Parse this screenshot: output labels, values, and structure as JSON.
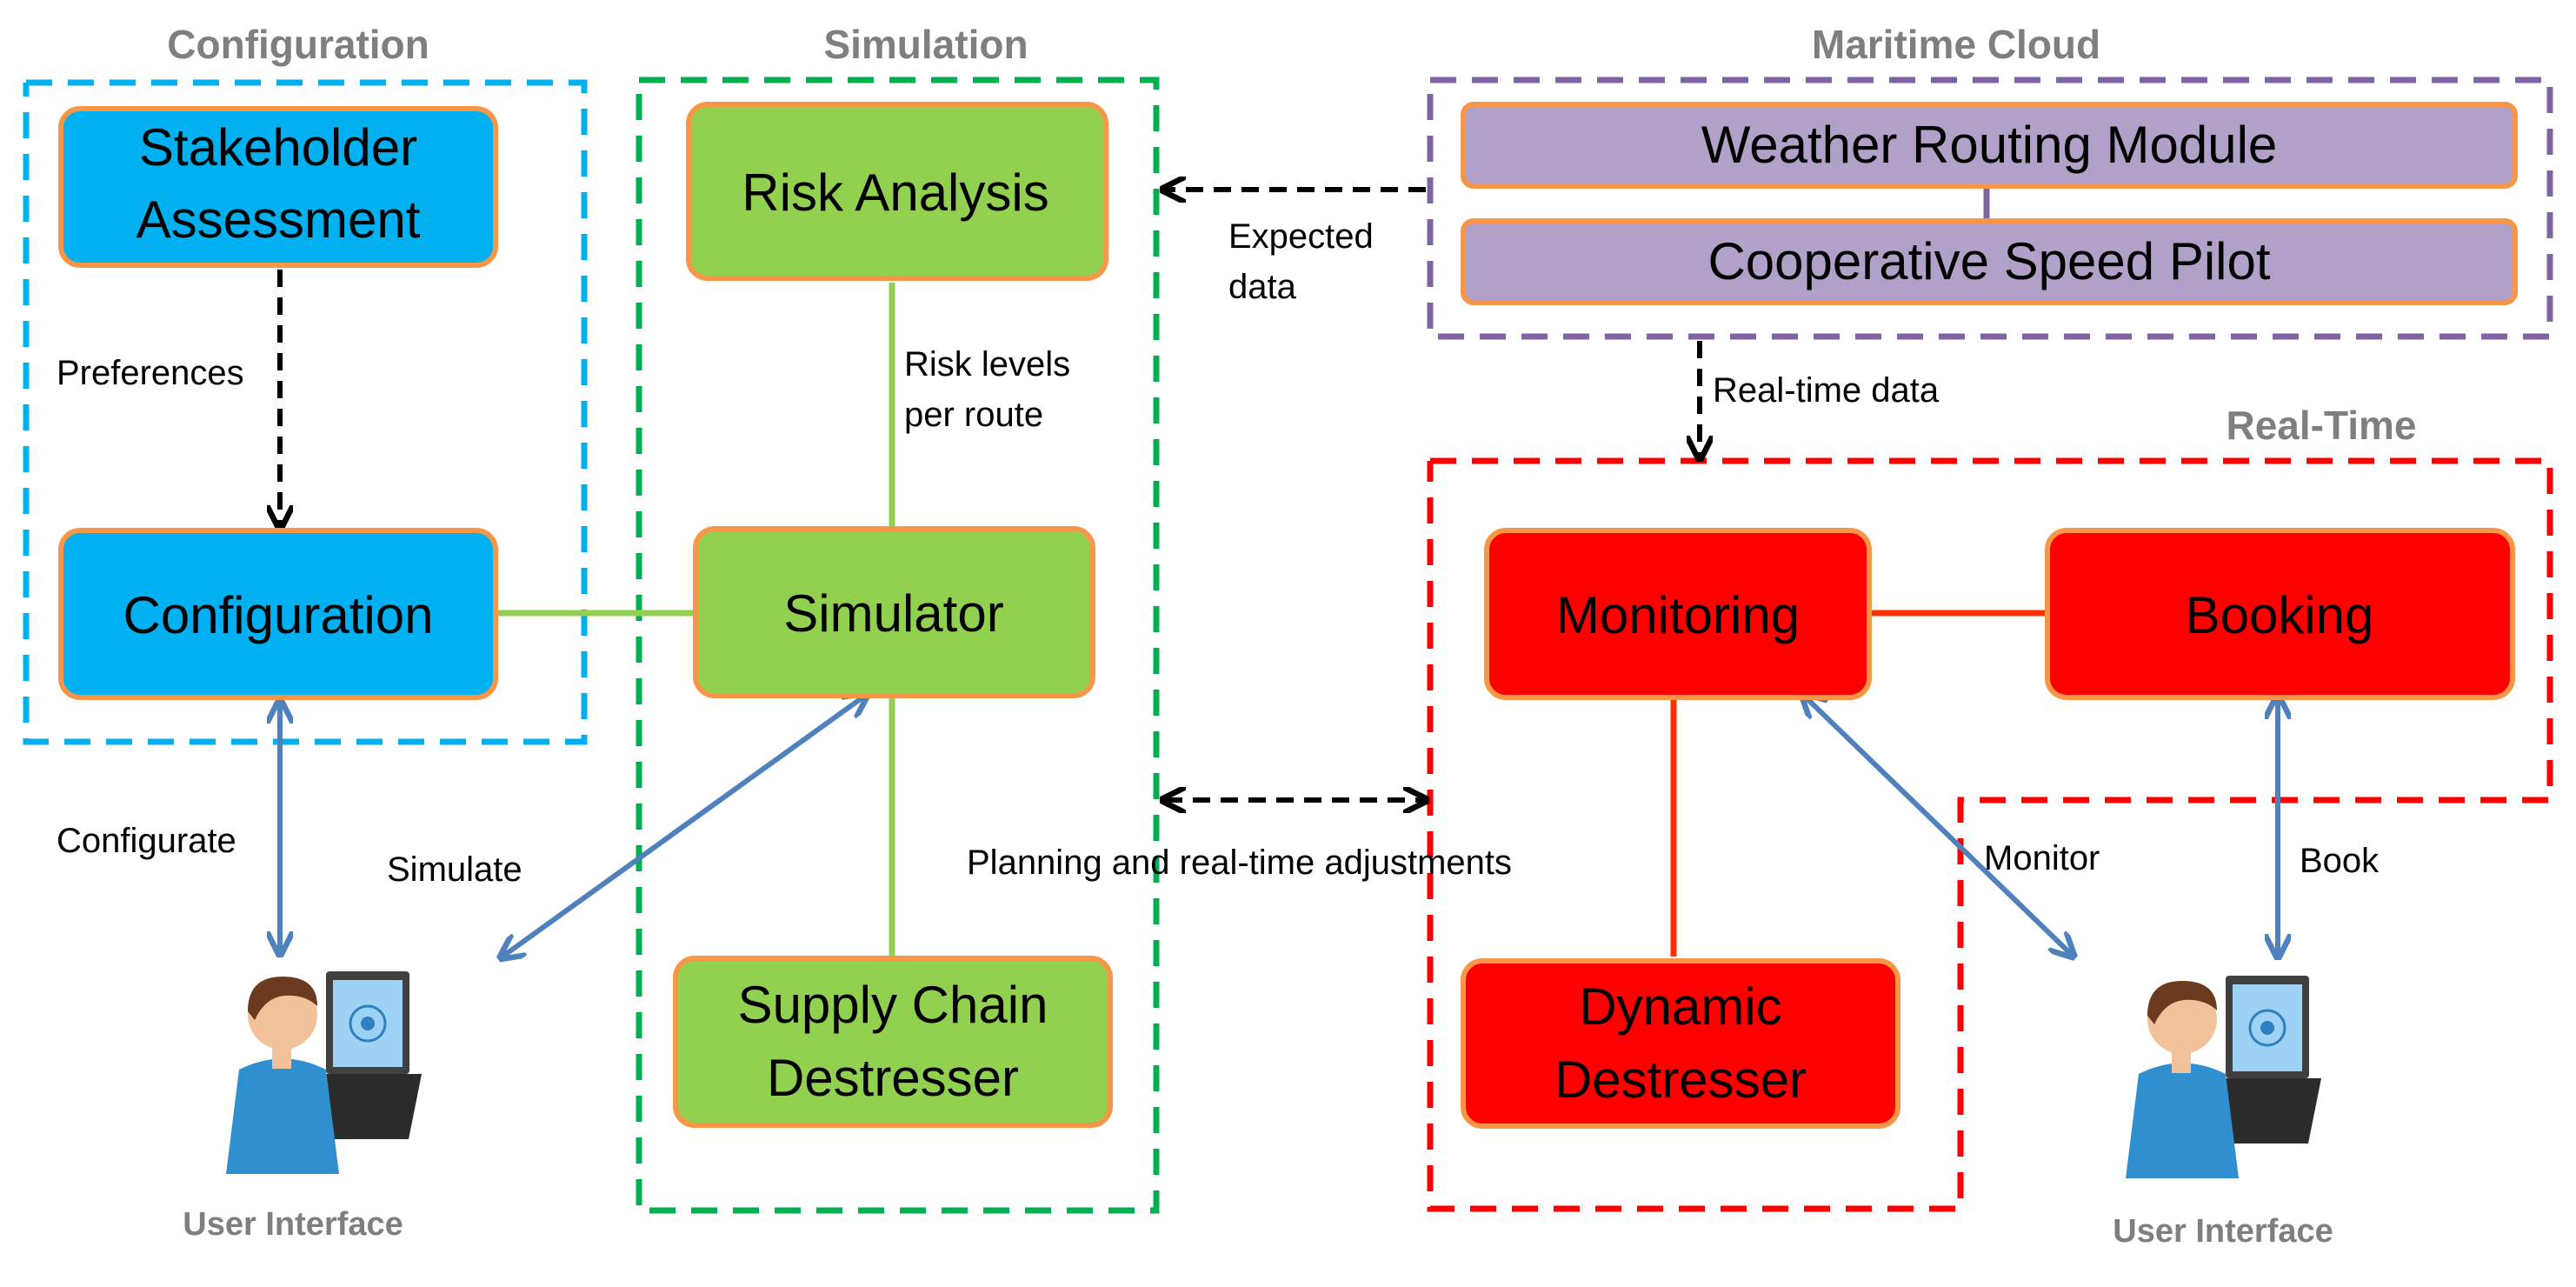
{
  "colors": {
    "configuration": "#00b0f0",
    "simulation": "#92d050",
    "cloud": "#b1a0c7",
    "cloud_border": "#8064a2",
    "realtime": "#ff0000",
    "node_border": "#f79646",
    "simulation_group": "#00b050",
    "interaction_arrow": "#4f81bd",
    "realtime_link": "#ff3300",
    "data_arrow": "#000000",
    "group_title": "#7f7f7f"
  },
  "groups": {
    "configuration": "Configuration",
    "simulation": "Simulation",
    "maritime_cloud": "Maritime Cloud",
    "real_time": "Real-Time"
  },
  "nodes": {
    "stakeholder_assessment": [
      "Stakeholder",
      "Assessment"
    ],
    "configuration": "Configuration",
    "risk_analysis": "Risk Analysis",
    "simulator": "Simulator",
    "supply_chain_destresser": [
      "Supply Chain",
      "Destresser"
    ],
    "weather_routing_module": "Weather Routing Module",
    "cooperative_speed_pilot": "Cooperative Speed Pilot",
    "monitoring": "Monitoring",
    "booking": "Booking",
    "dynamic_destresser": [
      "Dynamic",
      "Destresser"
    ]
  },
  "edges": {
    "preferences": "Preferences",
    "risk_levels": [
      "Risk levels",
      "per route"
    ],
    "expected_data": [
      "Expected",
      "data"
    ],
    "real_time_data": "Real-time data",
    "planning": "Planning and real-time adjustments",
    "configurate": "Configurate",
    "simulate": "Simulate",
    "monitor": "Monitor",
    "book": "Book"
  },
  "user_interfaces": {
    "left": {
      "label": "User Interface",
      "icon": "user-computer-icon"
    },
    "right": {
      "label": "User Interface",
      "icon": "user-computer-icon"
    }
  }
}
